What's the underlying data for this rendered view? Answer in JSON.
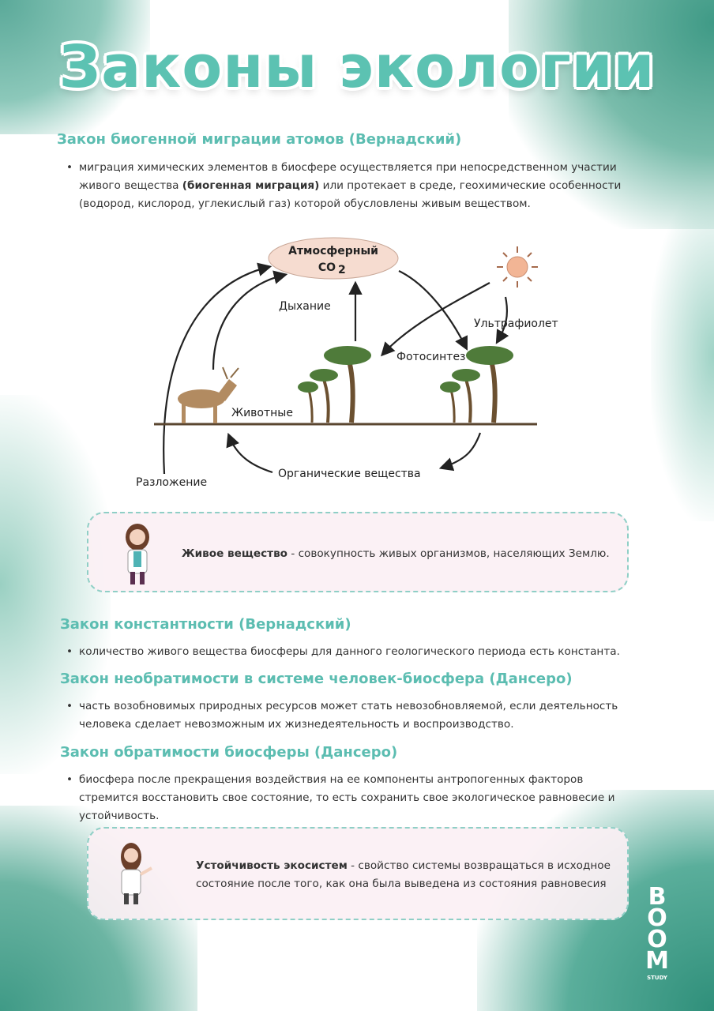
{
  "title": "Законы экологии",
  "sections": [
    {
      "heading": "Закон биогенной миграции атомов (Вернадский)",
      "text_before": "миграция химических элементов в биосфере осуществляется при непосредственном участии живого вещества ",
      "text_bold": "(биогенная миграция)",
      "text_after": " или протекает в среде, геохимические особенности (водород, кислород, углекислый газ) которой обусловлены живым веществом."
    },
    {
      "heading": "Закон константности (Вернадский)",
      "text": "количество живого вещества биосферы для данного геологического периода есть константа."
    },
    {
      "heading": "Закон необратимости в системе человек-биосфера (Дансеро)",
      "text": "часть возобновимых природных ресурсов может стать невозобновляемой, если деятельность человека сделает невозможным их жизнедеятельность и воспроизводство."
    },
    {
      "heading": "Закон обратимости биосферы (Дансеро)",
      "text": "биосфера после прекращения воздействия на ее компоненты антропогенных факторов стремится восстановить свое состояние, то есть сохранить свое экологическое равновесие и устойчивость."
    }
  ],
  "diagram": {
    "co2_line1": "Атмосферный",
    "co2_line2": "CO",
    "co2_sub": "2",
    "breathing": "Дыхание",
    "uv": "Ультрафиолет",
    "photosynthesis": "Фотосинтез",
    "animals": "Животные",
    "organic": "Органические вещества",
    "decomposition": "Разложение"
  },
  "callouts": [
    {
      "term": "Живое вещество",
      "definition": " - совокупность живых организмов, населяющих Землю."
    },
    {
      "term": "Устойчивость экосистем",
      "definition": " - свойство системы возвращаться в исходное состояние после того, как она была выведена из состояния равновесия"
    }
  ],
  "logo": {
    "word": "BOOM",
    "sub": "STUDY"
  },
  "colors": {
    "accent": "#5cc2b2",
    "watercolor": "#3e9e8a",
    "callout_bg": "#fbf0f4"
  }
}
